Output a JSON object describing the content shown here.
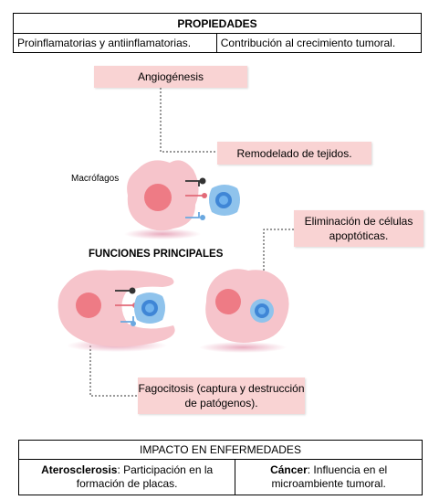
{
  "properties_table": {
    "header": "PROPIEDADES",
    "left": "Proinflamatorias y antiinflamatorias.",
    "right": "Contribución al crecimiento tumoral."
  },
  "labels": {
    "angiogenesis": "Angiogénesis",
    "remodelado": "Remodelado de tejidos.",
    "macrofagos": "Macrófagos",
    "eliminacion": "Eliminación de células apoptóticas.",
    "funciones": "FUNCIONES PRINCIPALES",
    "fagocitosis": "Fagocitosis (captura y destrucción de patógenos)."
  },
  "impact_table": {
    "header": "IMPACTO EN ENFERMEDADES",
    "left_term": "Aterosclerosis",
    "left_text": ": Participación en la formación de placas.",
    "right_term": "Cáncer",
    "right_text": ": Influencia en el microambiente tumoral."
  },
  "colors": {
    "box_fill": "#f9d3d3",
    "cell_body": "#f6c4cb",
    "nucleus": "#ee7b85",
    "blue_cell": "#8fc3ec",
    "blue_nucleus": "#3f86d6"
  }
}
